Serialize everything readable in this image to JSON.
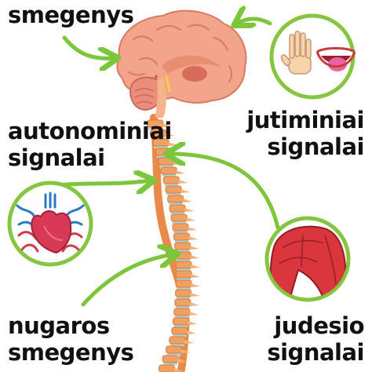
{
  "labels": {
    "brain": "smegenys",
    "autonomic": [
      "autonominiai",
      "signalai"
    ],
    "sensory": [
      "jutiminiai",
      "signalai"
    ],
    "spinal_cord": [
      "nugaros",
      "smegenys"
    ],
    "motor": [
      "judesio",
      "signalai"
    ]
  },
  "colors": {
    "arrow": "#7bc63b",
    "circle_border": "#86c540",
    "brain": "#f2a58a",
    "spine": "#f0a060",
    "disc": "#a8d4e8",
    "muscle": "#d9363e"
  }
}
